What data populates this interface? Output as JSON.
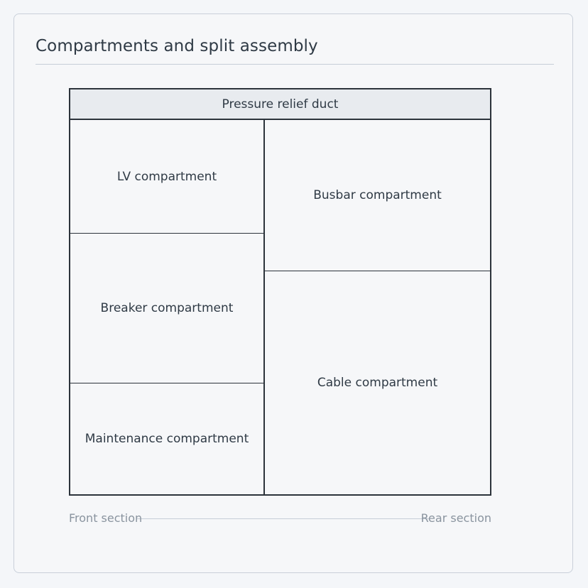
{
  "title": "Compartments and split assembly",
  "diagram": {
    "duct_label": "Pressure relief duct",
    "front": {
      "lv": "LV compartment",
      "breaker": "Breaker compartment",
      "maintenance": "Maintenance compartment"
    },
    "rear": {
      "busbar": "Busbar compartment",
      "cable": "Cable compartment"
    }
  },
  "axis": {
    "front_label": "Front section",
    "rear_label": "Rear section"
  },
  "colors": {
    "outline": "#2c333b",
    "duct_fill": "#e8ebef",
    "card_border": "#c9d0da",
    "muted_text": "#8a949f"
  }
}
